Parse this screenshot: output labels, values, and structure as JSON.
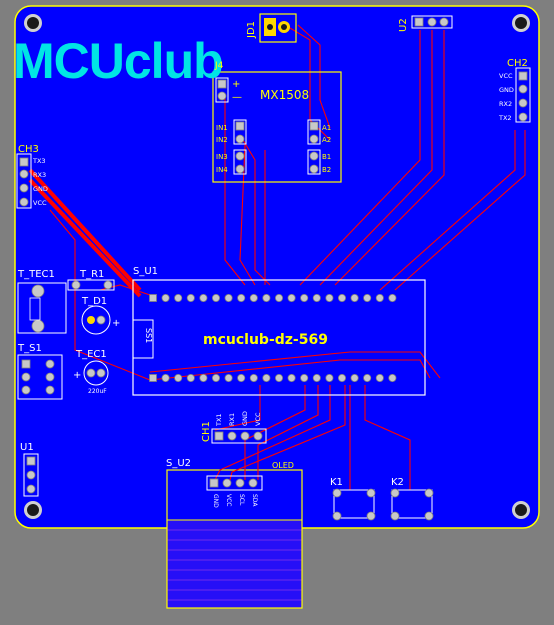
{
  "logo_text": "MCUclub",
  "board_name": "mcuclub-dz-569",
  "labels": {
    "jd1": "JD1",
    "u2": "U2",
    "ch2": "CH2",
    "ch3": "CH3",
    "j4": "J4",
    "mx1508": "MX1508",
    "t_tec1": "T_TEC1",
    "t_r1": "T_R1",
    "t_d1": "T_D1",
    "t_s1": "T_S1",
    "t_ec1": "T_EC1",
    "s_u1": "S_U1",
    "ss1": "SS1",
    "ch1": "CH1",
    "s_u2": "S_U2",
    "oled": "OLED",
    "u1": "U1",
    "k1": "K1",
    "k2": "K2",
    "ec_value": "220uF",
    "plus": "+",
    "minus": "—"
  },
  "mx_pins": {
    "in1": "IN1",
    "in2": "IN2",
    "in3": "IN3",
    "in4": "IN4",
    "a1": "A1",
    "a2": "A2",
    "b1": "B1",
    "b2": "B2"
  },
  "ch2_pins": [
    "VCC",
    "GND",
    "RX2",
    "TX2"
  ],
  "ch3_pins": [
    "TX3",
    "RX3",
    "GND",
    "VCC"
  ],
  "ch1_pins": [
    "TX1",
    "RX1",
    "GND",
    "VCC"
  ],
  "oled_pins": [
    "GND",
    "VCC",
    "SCL",
    "SDA"
  ],
  "colors": {
    "board": "#0000ff",
    "silkscreen": "#ffff00",
    "trace": "#ff0000",
    "logo": "#00e5e5",
    "background": "#7f7f7f"
  }
}
